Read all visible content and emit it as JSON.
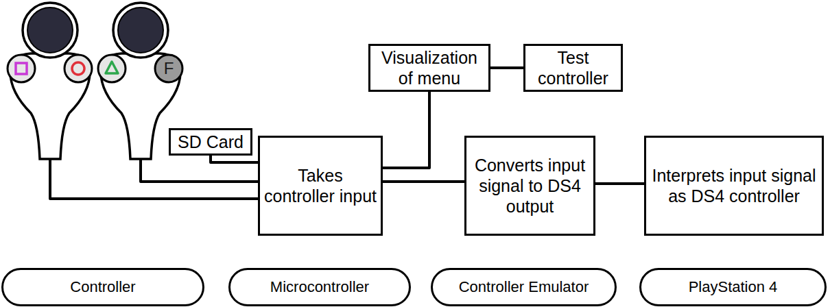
{
  "diagram": {
    "nodes": [
      {
        "text": [
          "Visualization of menu"
        ]
      },
      {
        "text": [
          "Test controller"
        ]
      },
      {
        "text": [
          "SD Card"
        ]
      },
      {
        "text": [
          "Takes controller input"
        ]
      },
      {
        "text": [
          "Converts input signal to DS4 output"
        ]
      },
      {
        "text": [
          "Interprets input signal as DS4 controller"
        ]
      },
      {
        "text": [
          "Controller"
        ]
      },
      {
        "text": [
          "Microcontroller"
        ]
      },
      {
        "text": [
          "Controller Emulator"
        ]
      },
      {
        "text": [
          "PlayStation 4"
        ]
      }
    ],
    "edges": [
      {
        "from": 2,
        "to": 3,
        "arrow": "none"
      },
      {
        "from": 3,
        "to": 0,
        "arrow": "none"
      },
      {
        "from": 0,
        "to": 1,
        "arrow": "none"
      },
      {
        "from": 3,
        "to": 4,
        "arrow": "none"
      },
      {
        "from": 4,
        "to": 5,
        "arrow": "none"
      }
    ],
    "labels": [
      "F"
    ]
  }
}
